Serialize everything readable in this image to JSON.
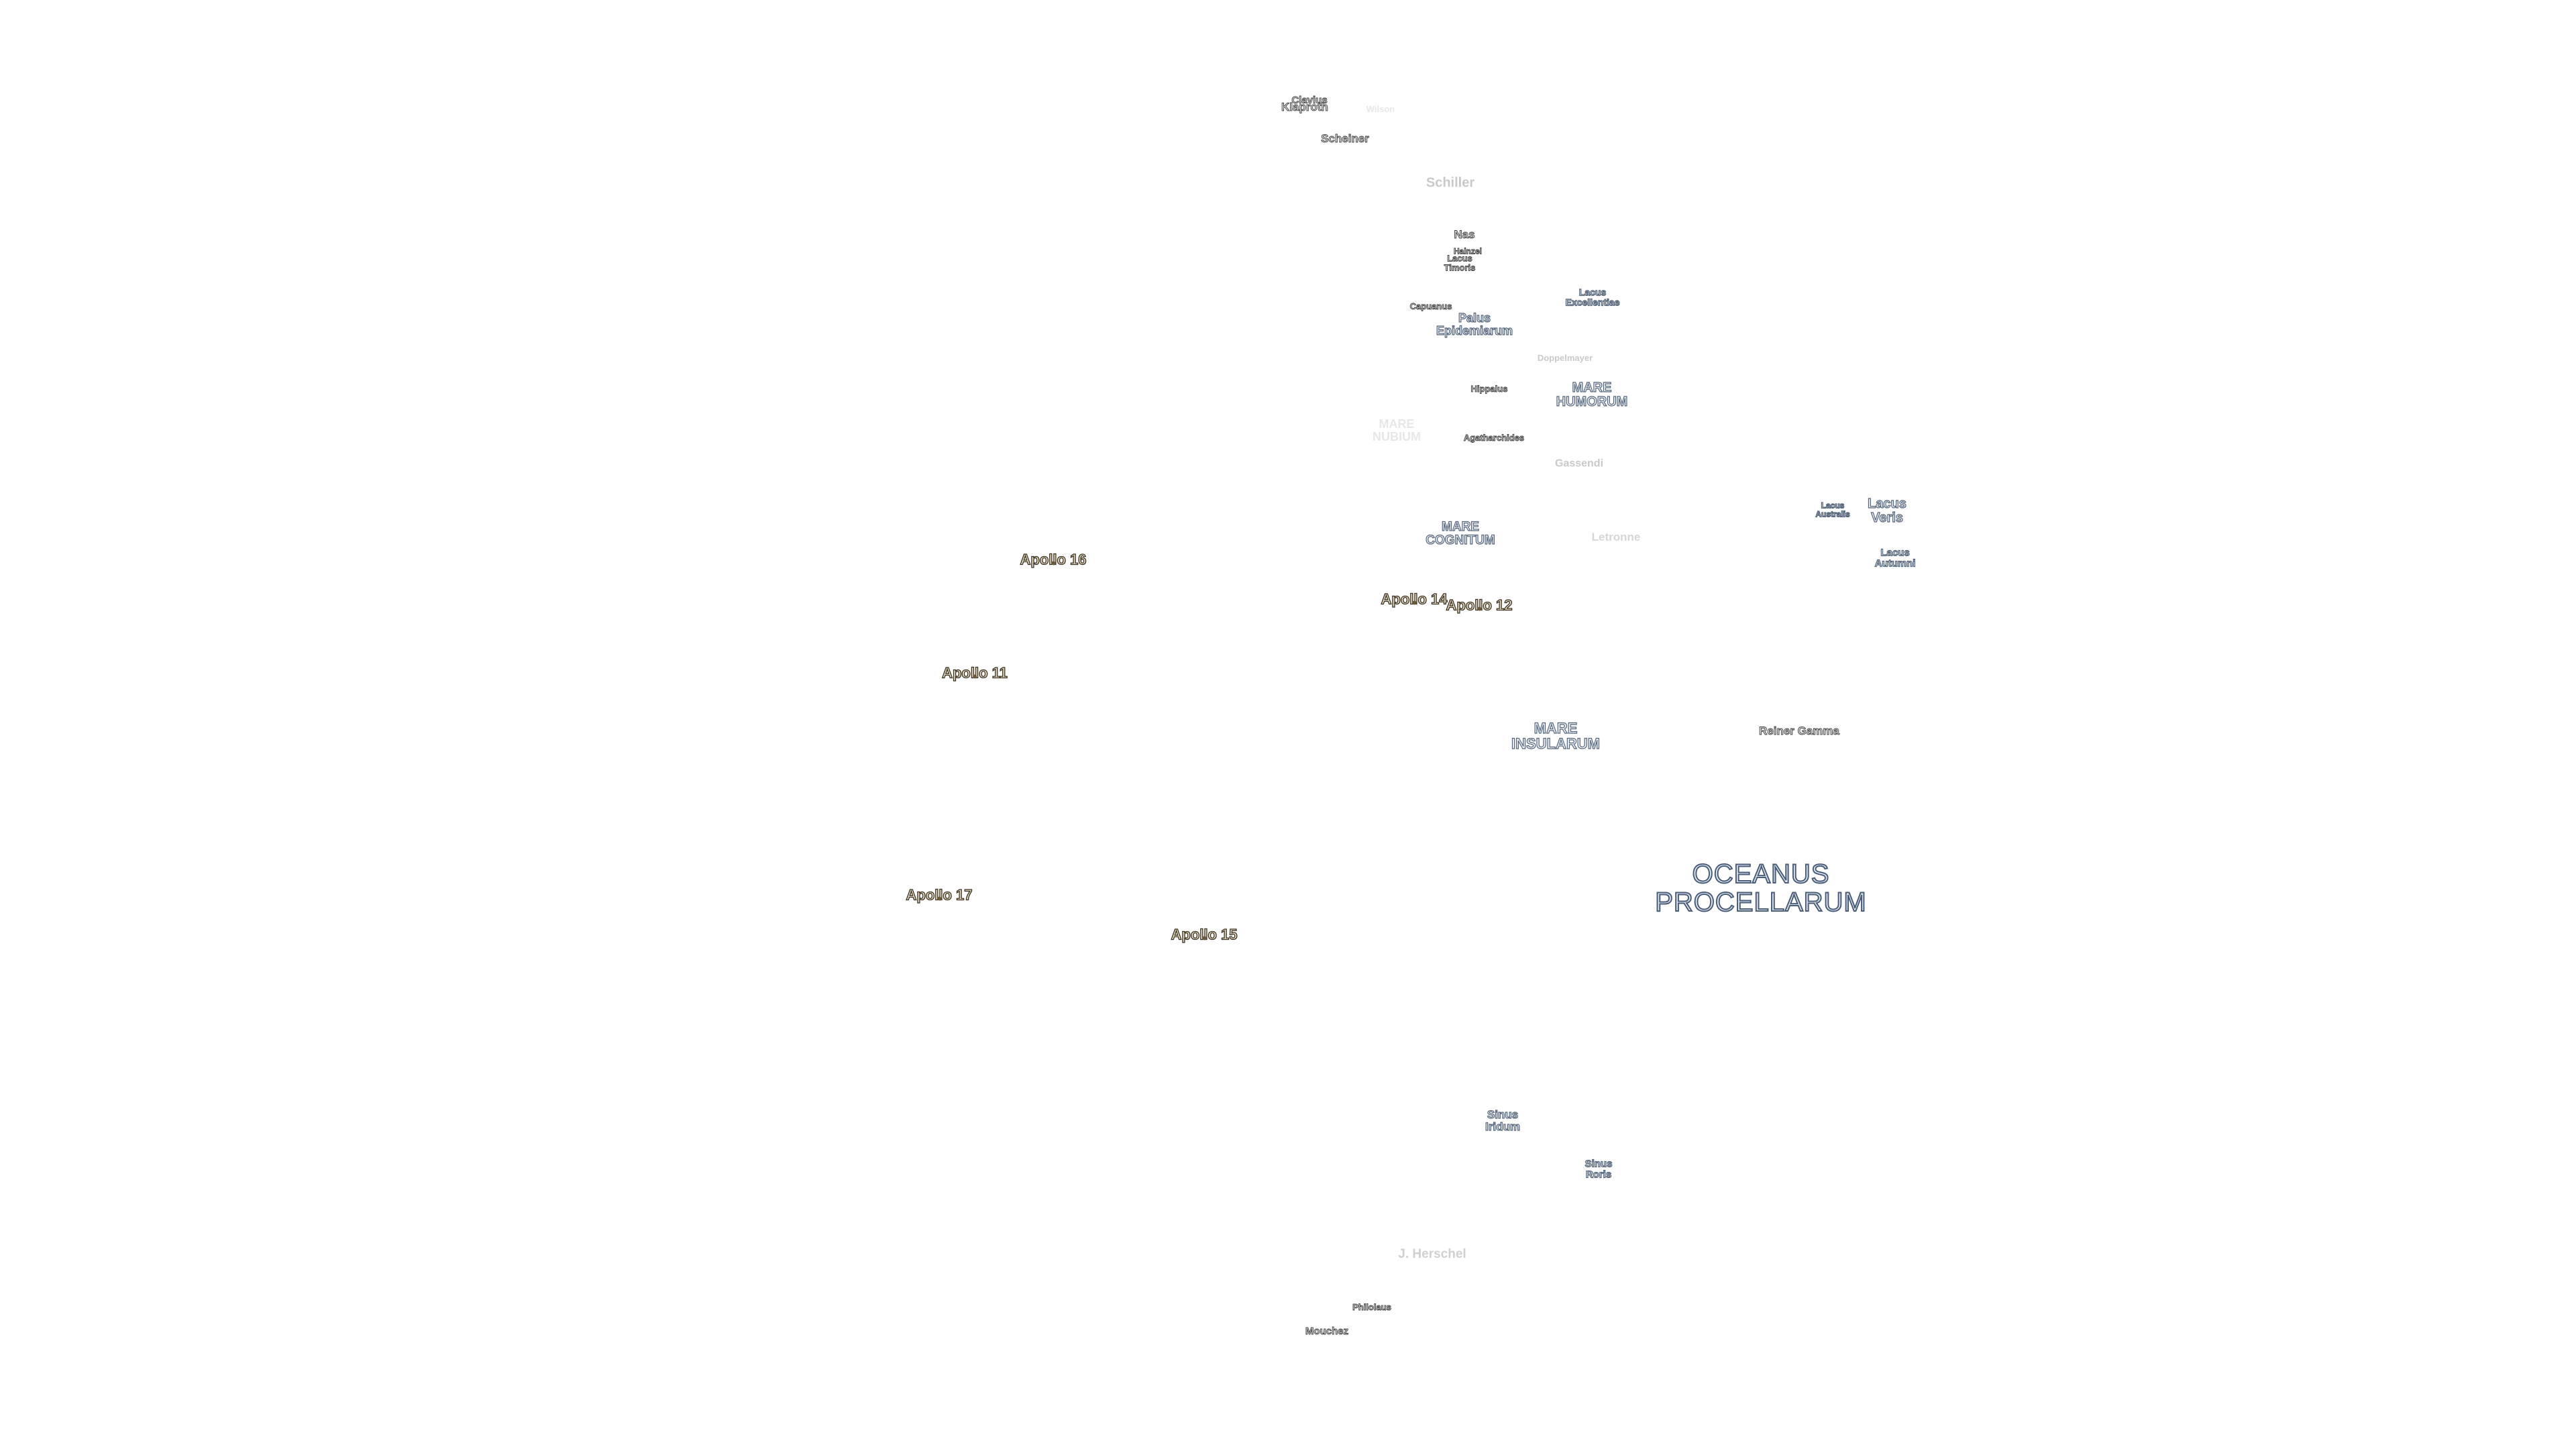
{
  "map": {
    "labels": {
      "clavius": "Clavius",
      "klaproth": "Klaproth",
      "wilson": "Wilson",
      "scheiner": "Scheiner",
      "schiller": "Schiller",
      "nasmyth": "Nas",
      "hainzel": "Hainzel",
      "lacus_timoris": "Lacus\nTimoris",
      "capuanus": "Capuanus",
      "palus_epidemiarum": "Palus\nEpidemiarum",
      "lacus_excellentiae": "Lacus\nExcellentiae",
      "doppelmayer": "Doppelmayer",
      "hippalus": "Hippalus",
      "mare_humorum": "MARE\nHUMORUM",
      "mare_nubium": "MARE\nNUBIUM",
      "agatharchides": "Agatharchides",
      "gassendi": "Gassendi",
      "lacus_autumni_small": "Lacus\nAustralis",
      "lacus_veris": "Lacus\nVeris",
      "lacus_autumni": "Lacus\nAutumni",
      "mare_cognitum": "MARE\nCOGNITUM",
      "letronne": "Letronne",
      "mare_insularum": "MARE\nINSULARUM",
      "reiner_gamma": "Reiner Gamma",
      "oceanus_procellarum": "OCEANUS\nPROCELLARUM",
      "sinus_iridum": "Sinus\nIridum",
      "sinus_roris": "Sinus\nRoris",
      "j_herschel": "J. Herschel",
      "philolaus": "Philolaus",
      "mouchez": "Mouchez"
    },
    "apollo_sites": {
      "apollo16": "Apollo 16",
      "apollo14": "Apollo 14",
      "apollo12": "Apollo 12",
      "apollo11": "Apollo 11",
      "apollo17": "Apollo 17",
      "apollo15": "Apollo 15"
    }
  }
}
